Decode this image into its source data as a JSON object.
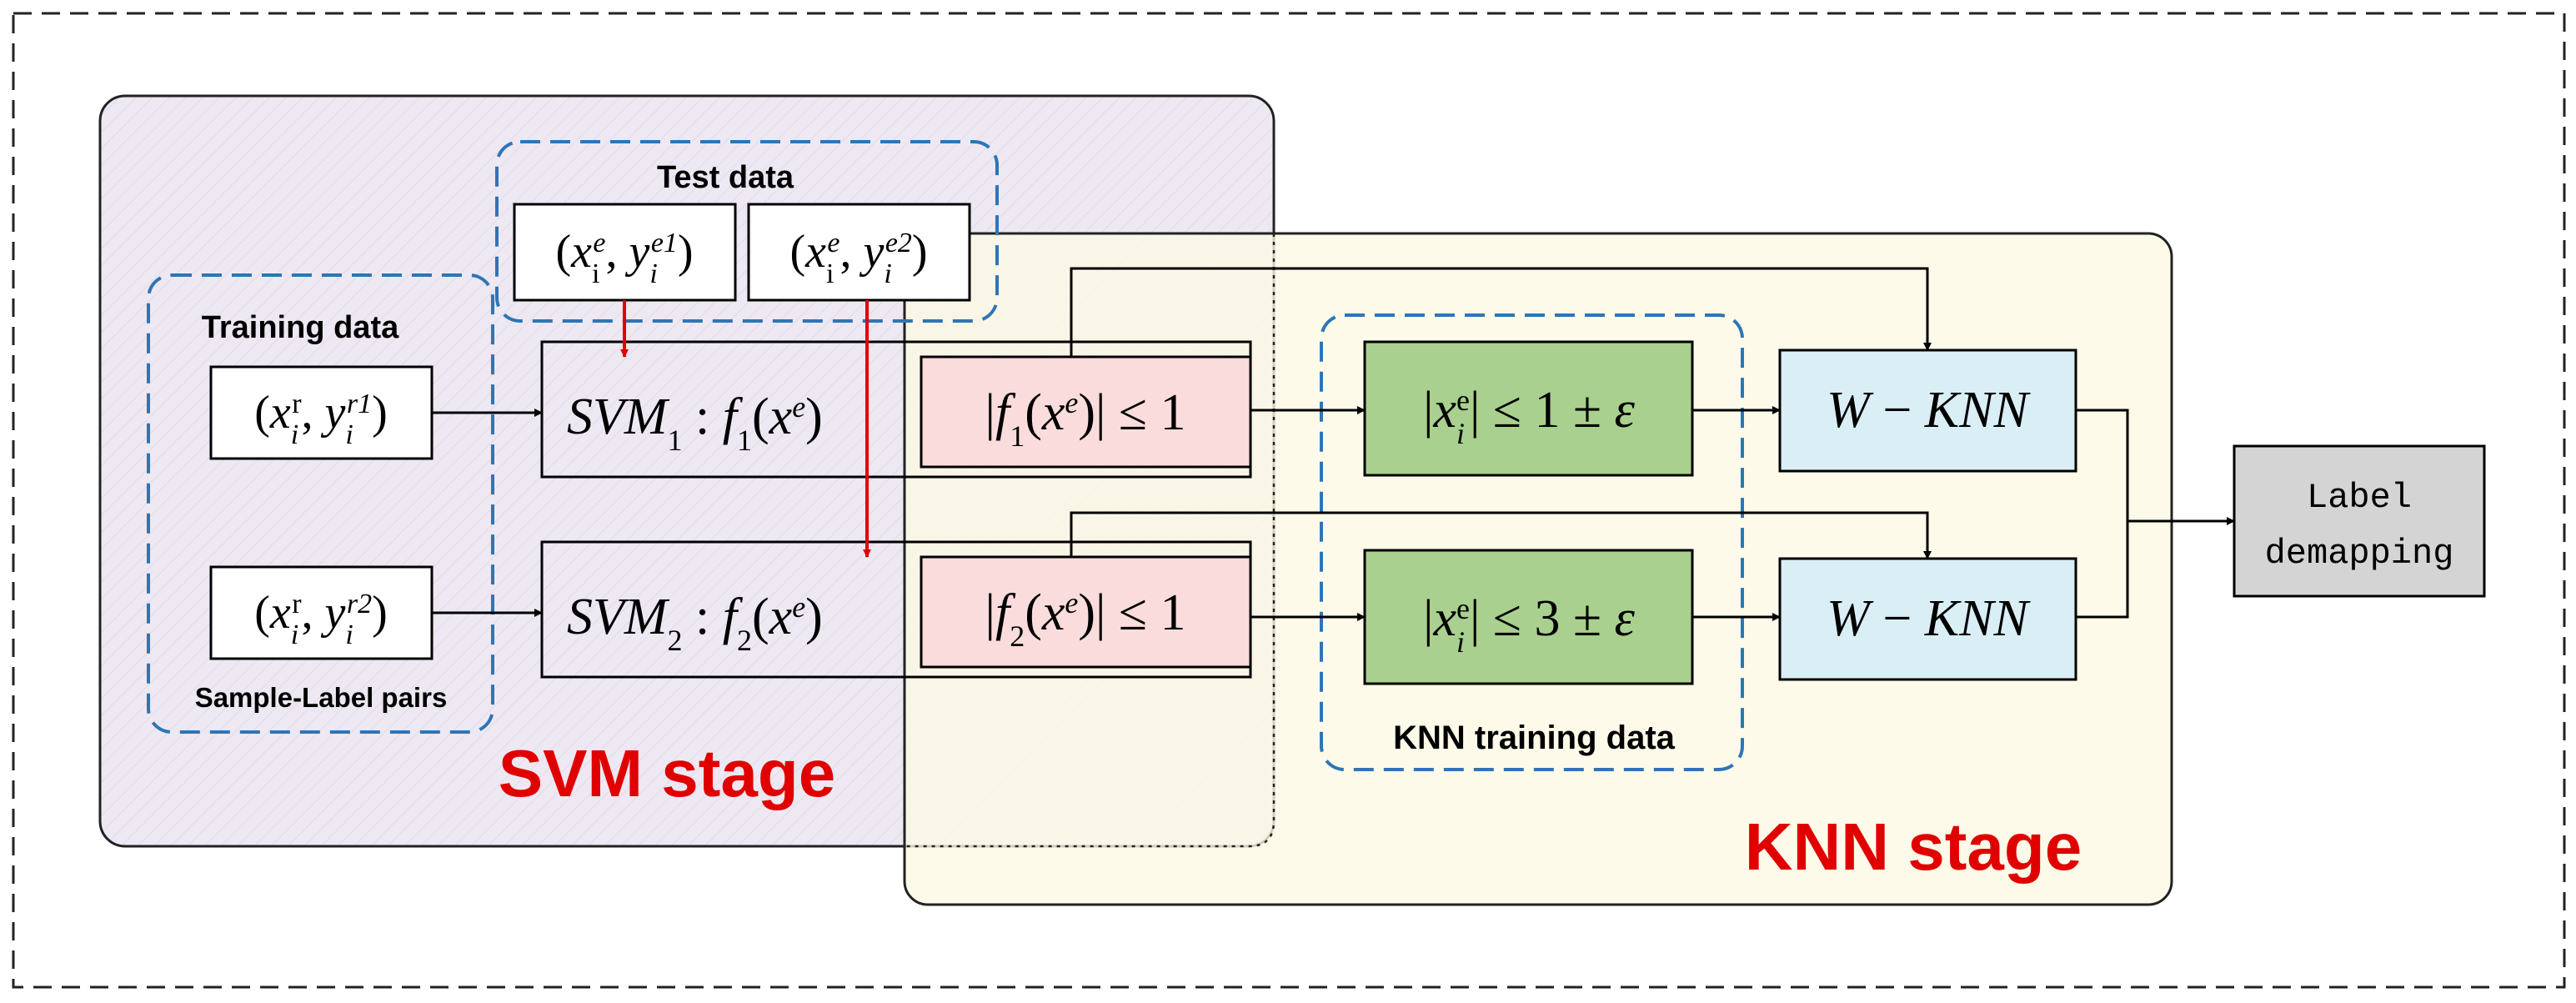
{
  "labels": {
    "test_data": "Test data",
    "training_data": "Training data",
    "sample_label_pairs": "Sample-Label pairs",
    "svm_stage": "SVM stage",
    "knn_stage": "KNN stage",
    "knn_training_data": "KNN training data",
    "label_demapping_line1": "Label",
    "label_demapping_line2": "demapping"
  },
  "formulas": {
    "test1": "(x_i^e, y_i^{e1})",
    "test2": "(x_i^e, y_i^{e2})",
    "train1": "(x_i^r, y_i^{r1})",
    "train2": "(x_i^r, y_i^{r2})",
    "svm1": "SVM_1 : f_1(x^e)",
    "svm2": "SVM_2 : f_2(x^e)",
    "cond1": "|f_1(x^e)| ≤ 1",
    "cond2": "|f_2(x^e)| ≤ 1",
    "knn_cond1": "|x_i^e| ≤ 1 ± ε",
    "knn_cond2": "|x_i^e| ≤ 3 ± ε",
    "wknn1": "W − KNN",
    "wknn2": "W − KNN"
  },
  "colors": {
    "svm_stage_fill": "#ede8f2",
    "knn_stage_fill": "#fcf9e3",
    "condition_fill": "#fbdcdc",
    "knn_condition_fill": "#a9d08e",
    "wknn_fill": "#d9eef5",
    "demap_fill": "#d4d4d4",
    "stage_label": "#e00000",
    "group_border": "#2e75b6",
    "test_arrow": "#e00000"
  }
}
